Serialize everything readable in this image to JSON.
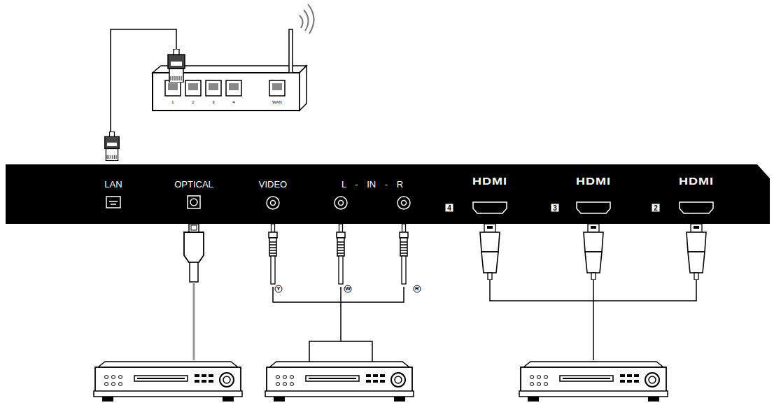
{
  "diagram": {
    "nodes": [
      {
        "text": [
          "LAN",
          "OPTICAL",
          "VIDEO",
          "L - IN - R",
          "HDMI",
          "4",
          "HDMI",
          "3",
          "HDMI",
          "2"
        ]
      }
    ],
    "labels": [
      "1",
      "2",
      "3",
      "4",
      "WAN",
      "Y",
      "W",
      "R"
    ]
  }
}
